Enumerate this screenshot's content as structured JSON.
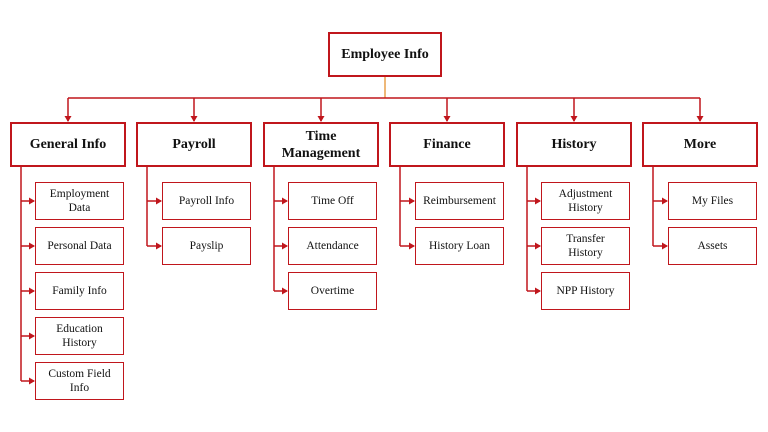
{
  "root": {
    "label": "Employee Info"
  },
  "categories": [
    {
      "label": "General Info",
      "items": [
        "Employment\nData",
        "Personal Data",
        "Family Info",
        "Education\nHistory",
        "Custom Field\nInfo"
      ]
    },
    {
      "label": "Payroll",
      "items": [
        "Payroll Info",
        "Payslip"
      ]
    },
    {
      "label": "Time\nManagement",
      "items": [
        "Time Off",
        "Attendance",
        "Overtime"
      ]
    },
    {
      "label": "Finance",
      "items": [
        "Reimbursement",
        "History Loan"
      ]
    },
    {
      "label": "History",
      "items": [
        "Adjustment\nHistory",
        "Transfer\nHistory",
        "NPP History"
      ]
    },
    {
      "label": "More",
      "items": [
        "My Files",
        "Assets"
      ]
    }
  ],
  "colors": {
    "border": "#c0161c",
    "connector": "#c0161c",
    "trunk": "#e8a14a",
    "text": "#111111"
  }
}
